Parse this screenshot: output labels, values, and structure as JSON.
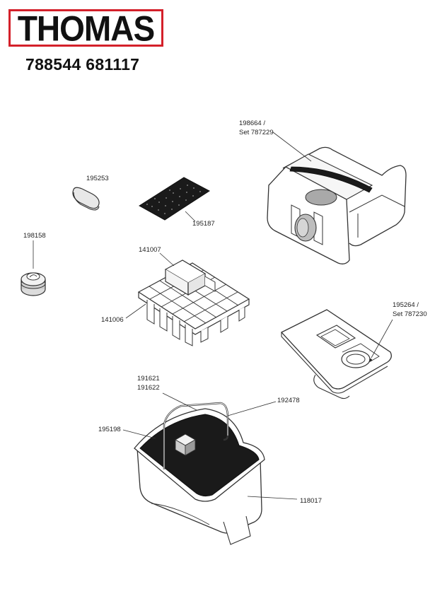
{
  "header": {
    "brand": "THOMAS",
    "model_numbers": "788544 681117"
  },
  "parts": {
    "p198664": {
      "line1": "198664 /",
      "line2": "Set 787229"
    },
    "p195253": "195253",
    "p195187": "195187",
    "p198158": "198158",
    "p141007": "141007",
    "p141006": "141006",
    "p195264": {
      "line1": "195264 /",
      "line2": "Set 787230"
    },
    "p191621": "191621",
    "p191622": "191622",
    "p192478": "192478",
    "p195198": "195198",
    "p118017": "118017"
  },
  "colors": {
    "brand_border": "#d4202a",
    "line": "#333333",
    "dark_fill": "#1a1a1a"
  }
}
